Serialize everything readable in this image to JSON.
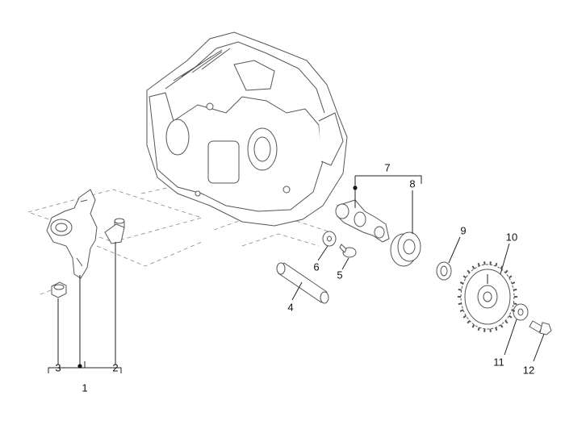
{
  "colors": {
    "line": "#555555",
    "callout": "#111111",
    "background": "#ffffff"
  },
  "callouts": {
    "c1": "1",
    "c2": "2",
    "c3": "3",
    "c4": "4",
    "c5": "5",
    "c6": "6",
    "c7": "7",
    "c8": "8",
    "c9": "9",
    "c10": "10",
    "c11": "11",
    "c12": "12"
  }
}
